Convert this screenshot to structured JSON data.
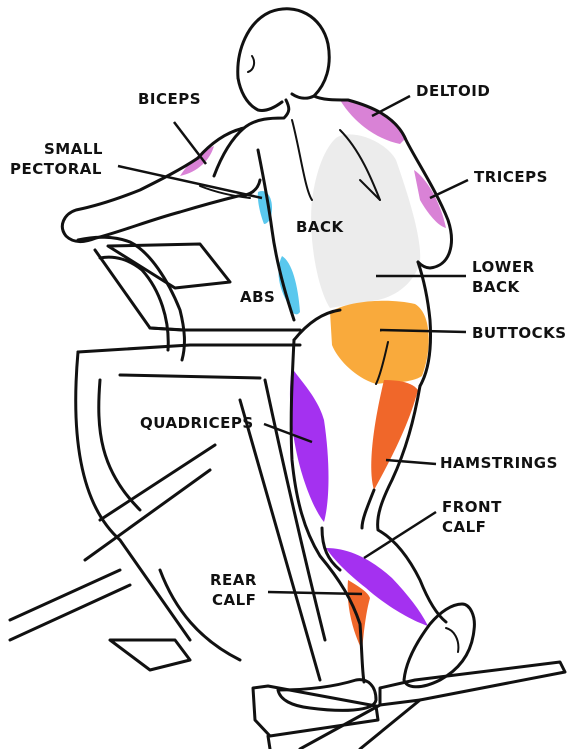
{
  "labels": {
    "biceps": "BICEPS",
    "small_pectoral_1": "SMALL",
    "small_pectoral_2": "PECTORAL",
    "deltoid": "DELTOID",
    "triceps": "TRICEPS",
    "back": "BACK",
    "lower_back_1": "LOWER",
    "lower_back_2": "BACK",
    "abs": "ABS",
    "buttocks": "BUTTOCKS",
    "quadriceps": "QUADRICEPS",
    "hamstrings": "HAMSTRINGS",
    "front_calf_1": "FRONT",
    "front_calf_2": "CALF",
    "rear_calf_1": "REAR",
    "rear_calf_2": "CALF"
  },
  "colors": {
    "biceps": "#d982d6",
    "deltoid": "#d982d6",
    "triceps": "#d982d6",
    "small_pectoral": "#5ac8ee",
    "abs": "#5ac8ee",
    "back": "#ececec",
    "buttocks": "#f9aa3c",
    "hamstrings": "#f0672a",
    "rear_calf": "#f0672a",
    "quadriceps": "#a431f0",
    "front_calf": "#a431f0"
  }
}
